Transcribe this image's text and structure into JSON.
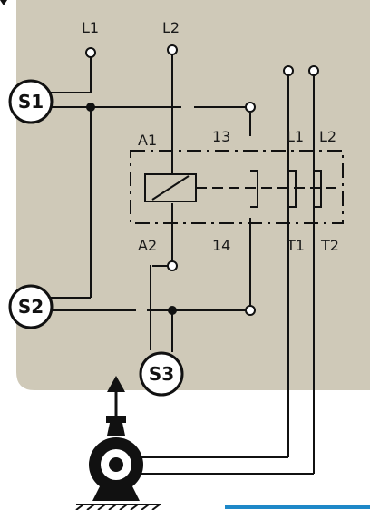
{
  "diagram": {
    "colors": {
      "panel": "#cfc9b8",
      "line": "#111111",
      "accent": "#1e88c8"
    },
    "supply_labels": {
      "l1": "L1",
      "l2": "L2"
    },
    "contactor_labels": {
      "a1": "A1",
      "a2": "A2",
      "aux_top": "13",
      "aux_bottom": "14",
      "main_l1": "L1",
      "main_l2": "L2",
      "main_t1": "T1",
      "main_t2": "T2"
    },
    "switch_tags": {
      "s1": "S1",
      "s2": "S2",
      "s3": "S3"
    },
    "icons": [
      "pump-icon",
      "flow-arrow-icon",
      "ground-hatch-icon"
    ]
  }
}
